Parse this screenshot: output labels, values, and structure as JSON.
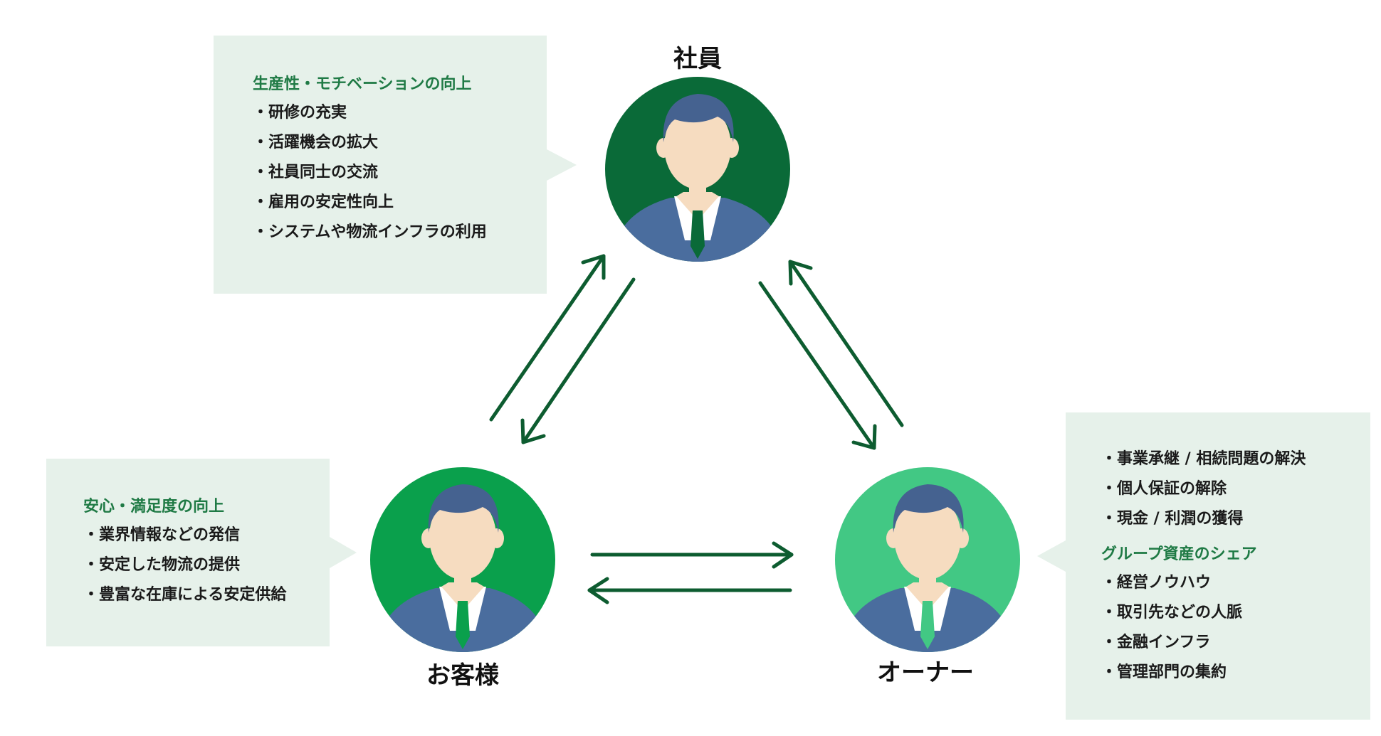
{
  "employee": {
    "name": "社員",
    "box": {
      "heading": "生産性・モチベーションの向上",
      "items": [
        "研修の充実",
        "活躍機会の拡大",
        "社員同士の交流",
        "雇用の安定性向上",
        "システムや物流インフラの利用"
      ]
    }
  },
  "customer": {
    "name": "お客様",
    "box": {
      "heading": "安心・満足度の向上",
      "items": [
        "業界情報などの発信",
        "安定した物流の提供",
        "豊富な在庫による安定供給"
      ]
    }
  },
  "owner": {
    "name": "オーナー",
    "box": {
      "items": [
        "事業承継 / 相続問題の解決",
        "個人保証の解除",
        "現金 / 利潤の獲得"
      ],
      "heading2": "グループ資産のシェア",
      "items2": [
        "経営ノウハウ",
        "取引先などの人脈",
        "金融インフラ",
        "管理部門の集約"
      ]
    }
  },
  "colors": {
    "employee_circle": "#0a6a38",
    "customer_circle": "#0aa04c",
    "owner_circle": "#42c884",
    "box_bg": "#e6f1ea",
    "heading_green": "#1f7a45",
    "arrow": "#0d5c30",
    "suit": "#4a6d9e",
    "skin": "#f6dcc0",
    "hair": "#456290"
  }
}
